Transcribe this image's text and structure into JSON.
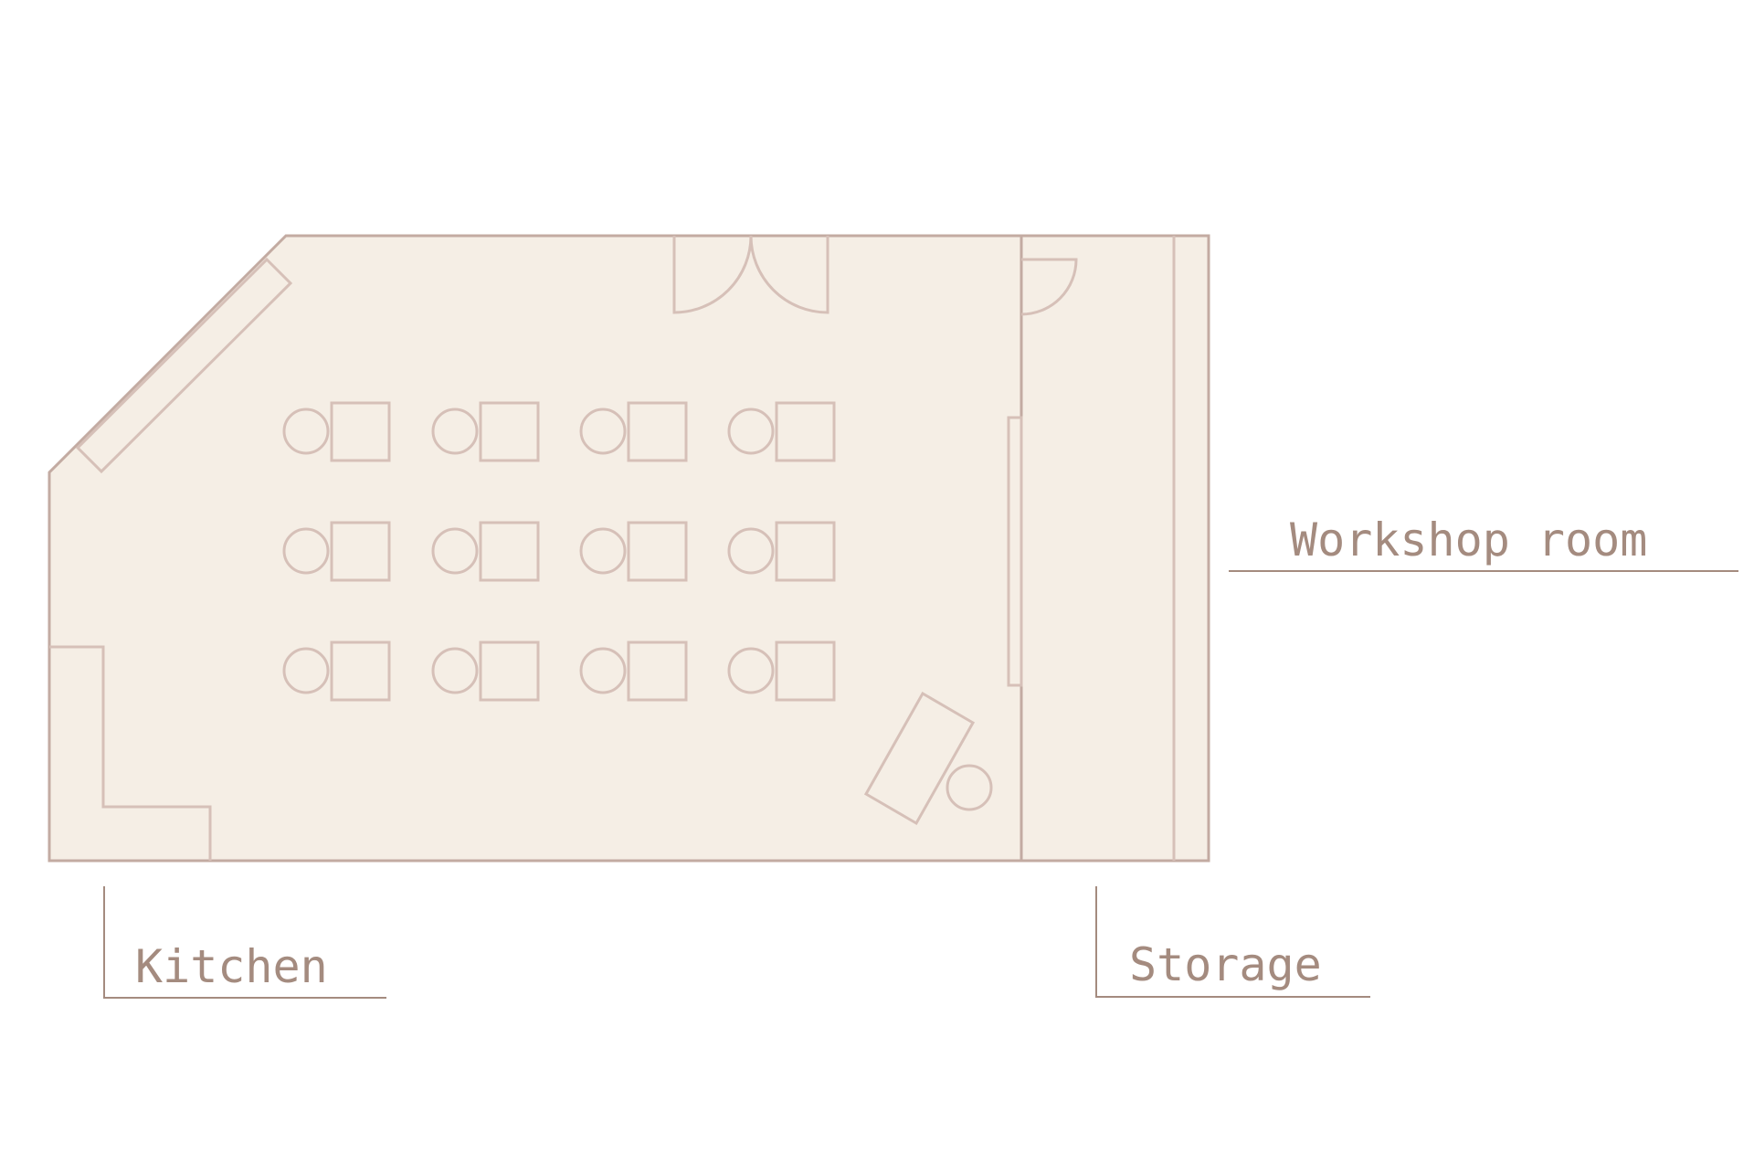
{
  "labels": {
    "workshop": "Workshop room",
    "kitchen": "Kitchen",
    "storage": "Storage"
  },
  "colors": {
    "room_fill": "#f5eee5",
    "wall": "#c3aba2",
    "fixture": "#d6c0b8",
    "label": "#a48b7f",
    "background": "#ffffff"
  },
  "furniture": {
    "desk_rows": 3,
    "desk_columns": 4
  },
  "icons": {
    "door": "double-swing-door",
    "storage_door": "single-swing-door",
    "desk": "square-desk",
    "chair": "round-chair",
    "counter": "l-shaped-counter"
  }
}
